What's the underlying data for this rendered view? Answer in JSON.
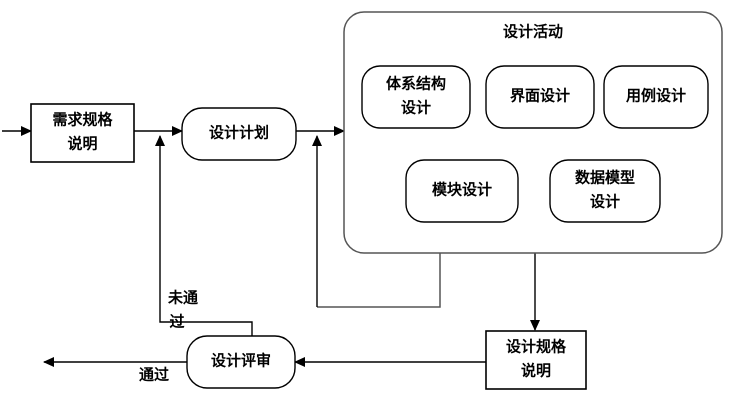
{
  "diagram": {
    "title": "设计活动",
    "nodes": {
      "requirements_spec": {
        "line1": "需求规格",
        "line2": "说明"
      },
      "design_plan": {
        "line1": "设计计划"
      },
      "design_review": {
        "line1": "设计评审"
      },
      "design_spec": {
        "line1": "设计规格",
        "line2": "说明"
      }
    },
    "group": {
      "label": "设计活动",
      "activities": [
        {
          "line1": "体系结构",
          "line2": "设计"
        },
        {
          "line1": "界面设计",
          "line2": ""
        },
        {
          "line1": "用例设计",
          "line2": ""
        },
        {
          "line1": "模块设计",
          "line2": ""
        },
        {
          "line1": "数据模型",
          "line2": "设计"
        }
      ]
    },
    "edge_labels": {
      "fail_line1": "未通",
      "fail_line2": "过",
      "pass": "通过"
    },
    "colors": {
      "stroke": "#000000",
      "group_stroke": "#555555",
      "background": "#ffffff"
    }
  }
}
